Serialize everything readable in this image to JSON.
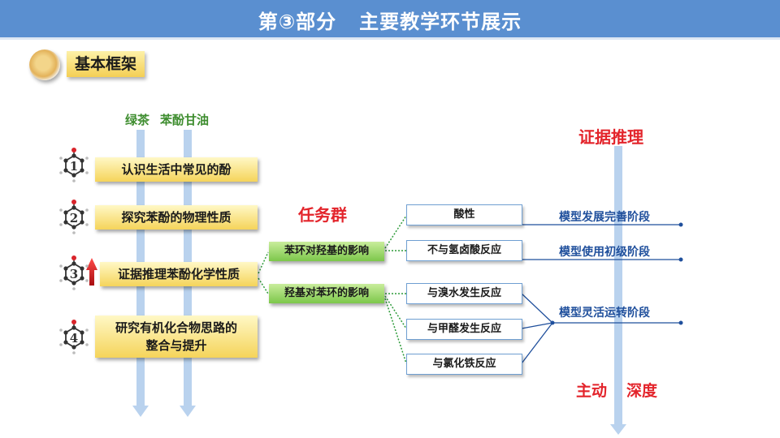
{
  "header": {
    "part": "第③部分",
    "title": "主要教学环节展示"
  },
  "section": {
    "label": "基本框架"
  },
  "columns": {
    "green_tea": "绿茶",
    "glycerol": "苯酚甘油"
  },
  "steps": [
    {
      "num": "1",
      "label": "认识生活中常见的酚"
    },
    {
      "num": "2",
      "label": "探究苯酚的物理性质"
    },
    {
      "num": "3",
      "label": "证据推理苯酚化学性质"
    },
    {
      "num": "4",
      "line1": "研究有机化合物思路的",
      "line2": "整合与提升"
    }
  ],
  "task_group": "任务群",
  "influences": [
    {
      "label": "苯环对羟基的影响"
    },
    {
      "label": "羟基对苯环的影响"
    }
  ],
  "reactions": [
    {
      "label": "酸性"
    },
    {
      "label": "不与氢卤酸反应"
    },
    {
      "label": "与溴水发生反应"
    },
    {
      "label": "与甲醛发生反应"
    },
    {
      "label": "与氯化铁反应"
    }
  ],
  "evidence_label": "证据推理",
  "stages": [
    {
      "label": "模型发展完善阶段"
    },
    {
      "label": "模型使用初级阶段"
    },
    {
      "label": "模型灵活运转阶段"
    }
  ],
  "bottom_label": {
    "active": "主动",
    "depth": "深度"
  },
  "colors": {
    "header_bg": "#5a8fd0",
    "track": "#b9d2ee",
    "accent_red": "#e3242b",
    "green": "#7cc74a",
    "step_yellow": "#f5d45a",
    "stage_blue": "#1f4f9c"
  }
}
